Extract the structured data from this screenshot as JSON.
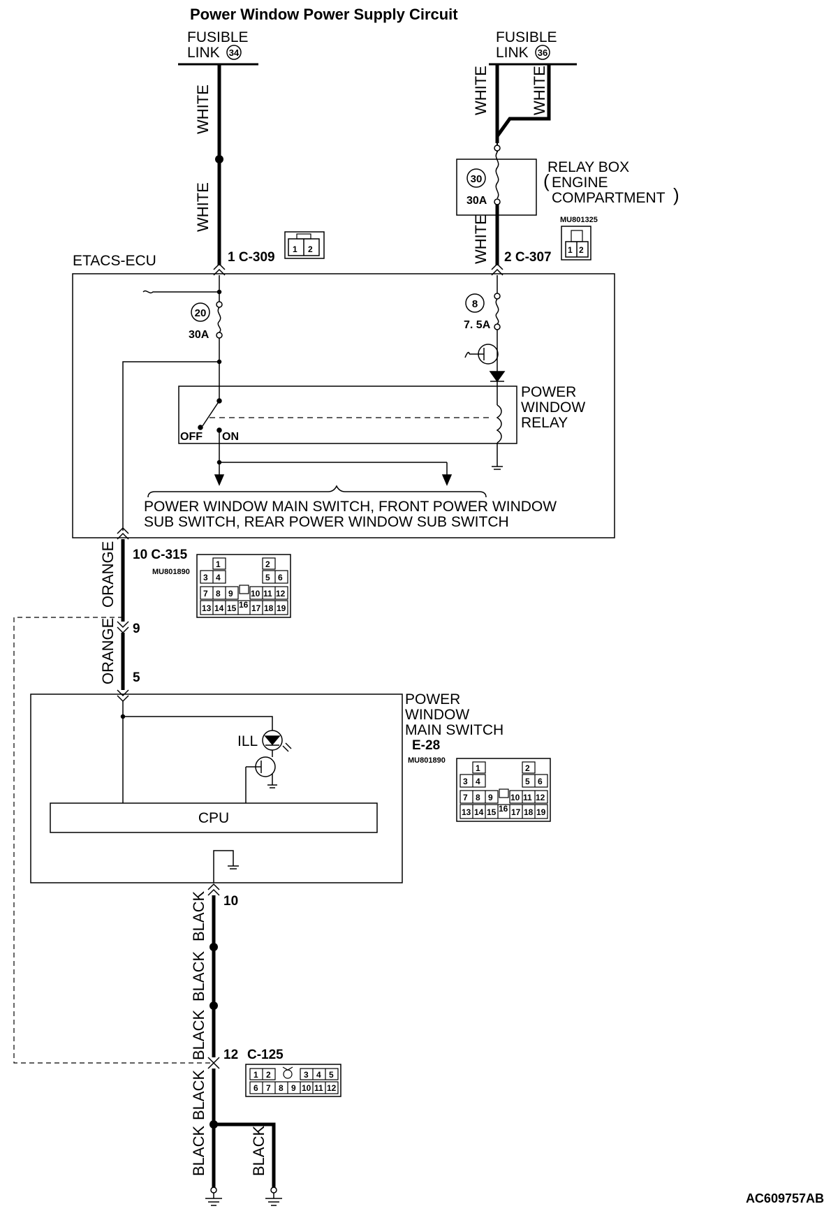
{
  "title": "Power Window Power Supply Circuit",
  "fusible_link_34": {
    "text": "FUSIBLE",
    "text2": "LINK",
    "num": "34"
  },
  "fusible_link_36": {
    "text": "FUSIBLE",
    "text2": "LINK",
    "num": "36"
  },
  "wires": {
    "white": "WHITE",
    "orange": "ORANGE",
    "black": "BLACK"
  },
  "relay_box": {
    "line1": "RELAY BOX",
    "line2": "ENGINE",
    "line3": "COMPARTMENT",
    "fuse_num": "30",
    "fuse_rating": "30A",
    "part_no": "MU801325"
  },
  "etacs": {
    "label": "ETACS-ECU",
    "fuse20_num": "20",
    "fuse20_rating": "30A",
    "fuse8_num": "8",
    "fuse8_rating": "7. 5A",
    "relay_line1": "POWER",
    "relay_line2": "WINDOW",
    "relay_line3": "RELAY",
    "off": "OFF",
    "on": "ON",
    "note_line1": "POWER WINDOW MAIN SWITCH, FRONT POWER WINDOW",
    "note_line2": "SUB SWITCH, REAR POWER WINDOW SUB SWITCH"
  },
  "connectors": {
    "c309": "1 C-309",
    "c307": "2 C-307",
    "c315": "10 C-315",
    "c315_part": "MU801890",
    "pin9": "9",
    "pin5": "5",
    "pin10": "10",
    "c125_pin": "12",
    "c125": "C-125",
    "c309_pins": [
      "1",
      "2"
    ],
    "c307_pins": [
      "1",
      "2"
    ],
    "c125_row1": [
      "1",
      "2",
      "3",
      "4",
      "5"
    ],
    "c125_row2": [
      "6",
      "7",
      "8",
      "9",
      "10",
      "11",
      "12"
    ]
  },
  "main_switch": {
    "line1": "POWER",
    "line2": "WINDOW",
    "line3": "MAIN SWITCH",
    "code": "E-28",
    "part_no": "MU801890",
    "ill": "ILL",
    "cpu": "CPU"
  },
  "conn19": {
    "pin1": "1",
    "pin2": "2",
    "row2": [
      "3",
      "4",
      "5",
      "6"
    ],
    "row3": [
      "7",
      "8",
      "9",
      "10",
      "11",
      "12"
    ],
    "row4": [
      "13",
      "14",
      "15",
      "16",
      "17",
      "18",
      "19"
    ]
  },
  "figure_code": "AC609757AB"
}
